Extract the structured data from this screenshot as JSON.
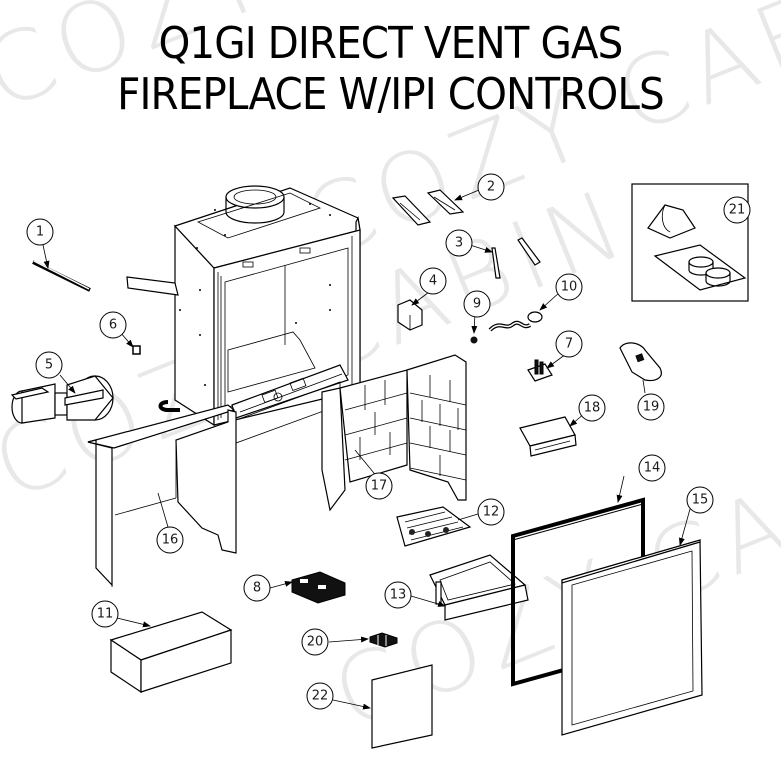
{
  "title": {
    "line1": "Q1GI DIRECT VENT GAS",
    "line2": "FIREPLACE W/IPI CONTROLS"
  },
  "watermark": {
    "text": "COZY CABIN",
    "color": "#e8e8e8"
  },
  "diagram": {
    "type": "exploded-parts-diagram",
    "callouts": [
      {
        "id": "1",
        "label": "1"
      },
      {
        "id": "2",
        "label": "2"
      },
      {
        "id": "3",
        "label": "3"
      },
      {
        "id": "4",
        "label": "4"
      },
      {
        "id": "5",
        "label": "5"
      },
      {
        "id": "6",
        "label": "6"
      },
      {
        "id": "7",
        "label": "7"
      },
      {
        "id": "8",
        "label": "8"
      },
      {
        "id": "9",
        "label": "9"
      },
      {
        "id": "10",
        "label": "10"
      },
      {
        "id": "11",
        "label": "11"
      },
      {
        "id": "12",
        "label": "12"
      },
      {
        "id": "13",
        "label": "13"
      },
      {
        "id": "14",
        "label": "14"
      },
      {
        "id": "15",
        "label": "15"
      },
      {
        "id": "16",
        "label": "16"
      },
      {
        "id": "17",
        "label": "17"
      },
      {
        "id": "18",
        "label": "18"
      },
      {
        "id": "19",
        "label": "19"
      },
      {
        "id": "20",
        "label": "20"
      },
      {
        "id": "21",
        "label": "21"
      },
      {
        "id": "22",
        "label": "22"
      }
    ]
  }
}
